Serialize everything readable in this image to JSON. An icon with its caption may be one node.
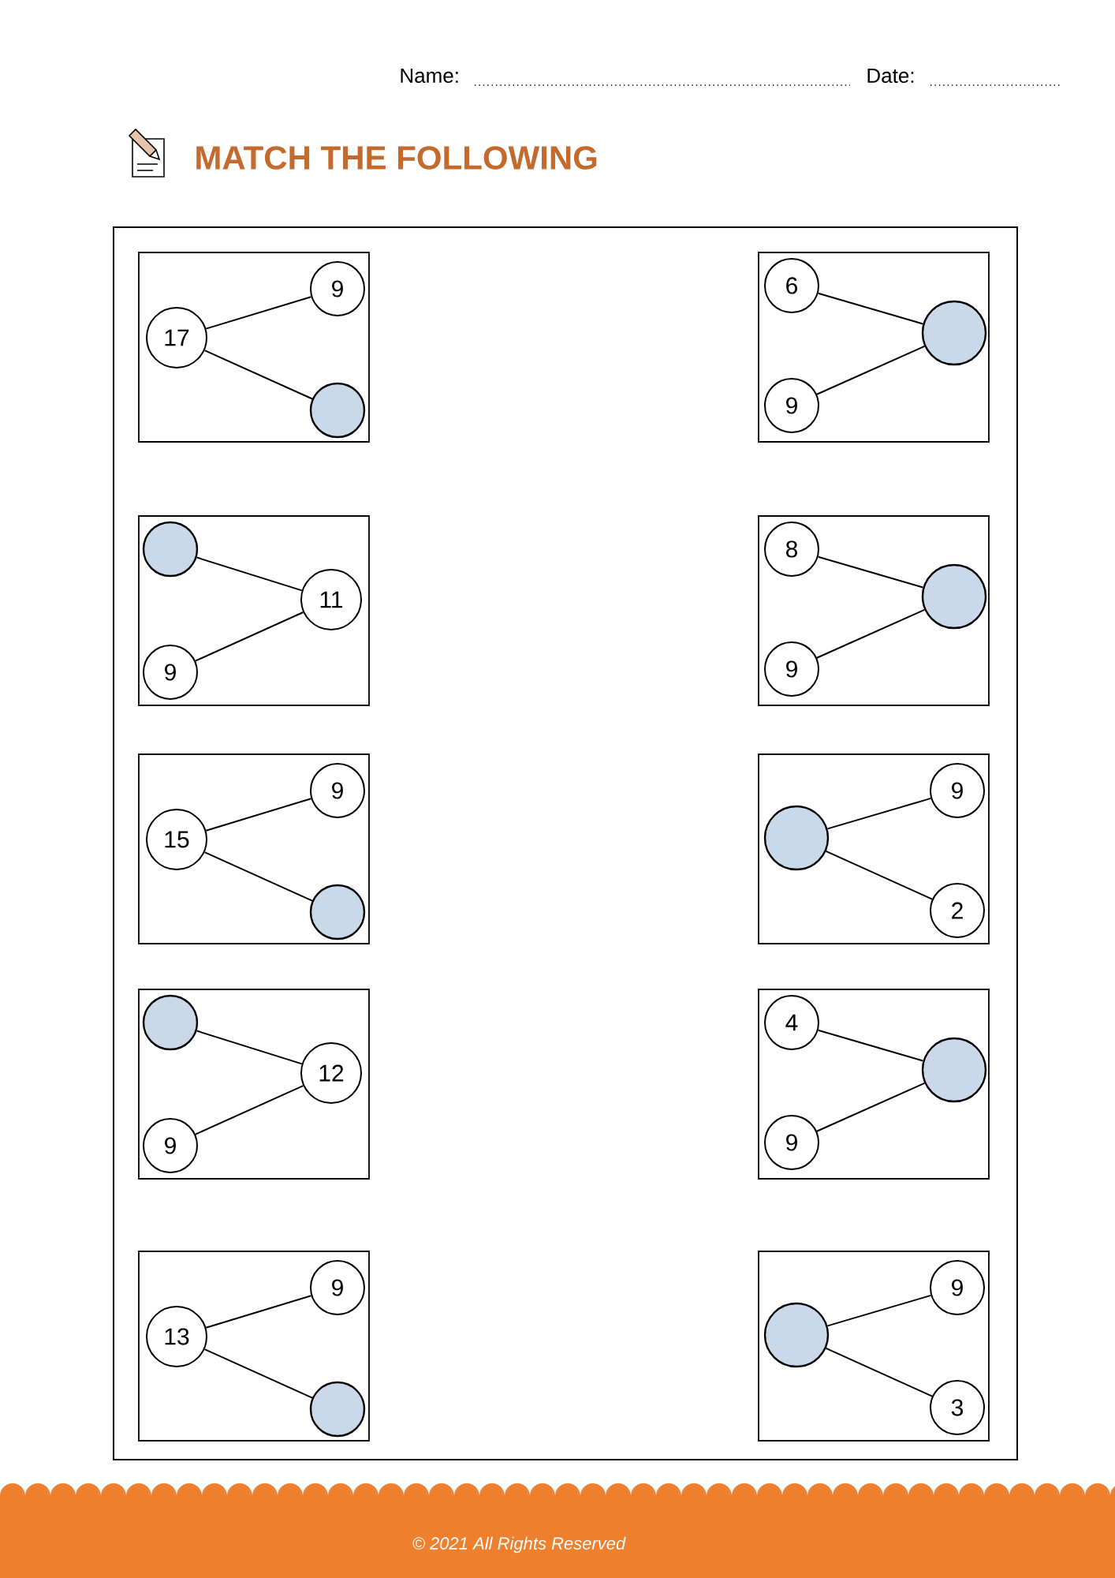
{
  "diagram": {
    "title": "MATCH THE FOLLOWING",
    "nodes": [
      {
        "text": [],
        "shape": "box"
      },
      {
        "text": [],
        "shape": "box",
        "in": 0
      },
      {
        "text": [
          "9"
        ],
        "in": 1
      },
      {
        "text": [
          "17"
        ],
        "in": 1
      },
      {
        "text": [],
        "shape": "circle",
        "in": 1
      },
      {
        "text": [],
        "shape": "box",
        "in": 0
      },
      {
        "text": [
          "6"
        ],
        "in": 5
      },
      {
        "text": [],
        "shape": "circle",
        "in": 5
      },
      {
        "text": [
          "9"
        ],
        "in": 5
      },
      {
        "text": [],
        "shape": "box",
        "in": 0
      },
      {
        "text": [],
        "shape": "circle",
        "in": 9
      },
      {
        "text": [
          "11"
        ],
        "in": 9
      },
      {
        "text": [
          "9"
        ],
        "in": 9
      },
      {
        "text": [],
        "shape": "box",
        "in": 0
      },
      {
        "text": [
          "8"
        ],
        "in": 13
      },
      {
        "text": [],
        "shape": "circle",
        "in": 13
      },
      {
        "text": [
          "9"
        ],
        "in": 13
      },
      {
        "text": [],
        "shape": "box",
        "in": 0
      },
      {
        "text": [
          "9"
        ],
        "in": 17
      },
      {
        "text": [
          "15"
        ],
        "in": 17
      },
      {
        "text": [],
        "shape": "circle",
        "in": 17
      },
      {
        "text": [],
        "shape": "box",
        "in": 0
      },
      {
        "text": [
          "9"
        ],
        "in": 21
      },
      {
        "text": [],
        "shape": "circle",
        "in": 21
      },
      {
        "text": [
          "2"
        ],
        "in": 21
      },
      {
        "text": [],
        "shape": "box",
        "in": 0
      },
      {
        "text": [],
        "shape": "circle",
        "in": 25
      },
      {
        "text": [
          "12"
        ],
        "in": 25
      },
      {
        "text": [
          "9"
        ],
        "in": 25
      },
      {
        "text": [],
        "shape": "box",
        "in": 0
      },
      {
        "text": [
          "4"
        ],
        "in": 29
      },
      {
        "text": [],
        "shape": "circle",
        "in": 29
      },
      {
        "text": [
          "9"
        ],
        "in": 29
      },
      {
        "text": [],
        "shape": "box",
        "in": 0
      },
      {
        "text": [
          "9"
        ],
        "in": 33
      },
      {
        "text": [
          "13"
        ],
        "in": 33
      },
      {
        "text": [],
        "shape": "circle",
        "in": 33
      },
      {
        "text": [],
        "shape": "box",
        "in": 0
      },
      {
        "text": [
          "9"
        ],
        "in": 37
      },
      {
        "text": [],
        "shape": "circle",
        "in": 37
      },
      {
        "text": [
          "3"
        ],
        "in": 37
      }
    ],
    "edges": [
      {
        "from": 3,
        "to": 2,
        "arrow": "none"
      },
      {
        "from": 3,
        "to": 4,
        "arrow": "none"
      },
      {
        "from": 7,
        "to": 6,
        "arrow": "none"
      },
      {
        "from": 7,
        "to": 8,
        "arrow": "none"
      },
      {
        "from": 11,
        "to": 10,
        "arrow": "none"
      },
      {
        "from": 11,
        "to": 12,
        "arrow": "none"
      },
      {
        "from": 15,
        "to": 14,
        "arrow": "none"
      },
      {
        "from": 15,
        "to": 16,
        "arrow": "none"
      },
      {
        "from": 19,
        "to": 18,
        "arrow": "none"
      },
      {
        "from": 19,
        "to": 20,
        "arrow": "none"
      },
      {
        "from": 23,
        "to": 22,
        "arrow": "none"
      },
      {
        "from": 23,
        "to": 24,
        "arrow": "none"
      },
      {
        "from": 27,
        "to": 26,
        "arrow": "none"
      },
      {
        "from": 27,
        "to": 28,
        "arrow": "none"
      },
      {
        "from": 31,
        "to": 30,
        "arrow": "none"
      },
      {
        "from": 31,
        "to": 32,
        "arrow": "none"
      },
      {
        "from": 35,
        "to": 34,
        "arrow": "none"
      },
      {
        "from": 35,
        "to": 36,
        "arrow": "none"
      },
      {
        "from": 39,
        "to": 38,
        "arrow": "none"
      },
      {
        "from": 39,
        "to": 40,
        "arrow": "none"
      }
    ],
    "labels": [
      "Name:",
      "Date:",
      "© 2021 All Rights Reserved"
    ]
  }
}
